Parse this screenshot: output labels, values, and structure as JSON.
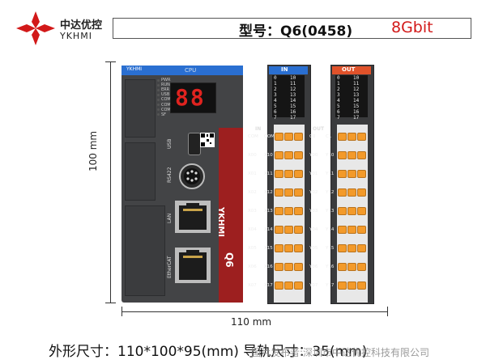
{
  "header": {
    "brand_cn": "中达优控",
    "brand_en": "YKHMI",
    "model": "型号：Q6(0458)",
    "bit": "8Gbit"
  },
  "device": {
    "cpu_header": "YKHMI",
    "cpu_label": "CPU",
    "status_leds": [
      "PWR",
      "RUN",
      "ERR",
      "USB",
      "COM1",
      "COM2",
      "COM3",
      "SF"
    ],
    "display_value": "88",
    "ports": [
      "USB",
      "RS422",
      "LAN",
      "EtherCAT"
    ],
    "strip_brand": "YKHMI",
    "strip_model": "Q6",
    "in_module": {
      "title": "IN",
      "led_left": [
        "0",
        "1",
        "2",
        "3",
        "4",
        "5",
        "6",
        "7"
      ],
      "led_right": [
        "10",
        "11",
        "12",
        "13",
        "14",
        "15",
        "16",
        "17"
      ],
      "header": "IN",
      "labels": [
        "COM",
        "X00",
        "X01",
        "X02",
        "X03",
        "X04",
        "X05",
        "X06",
        "X07"
      ],
      "labels_right": [
        "COM",
        "X10",
        "X11",
        "X12",
        "X13",
        "X14",
        "X15",
        "X16",
        "X17"
      ]
    },
    "out_module": {
      "title": "OUT",
      "led_left": [
        "0",
        "1",
        "2",
        "3",
        "4",
        "5",
        "6",
        "7"
      ],
      "led_right": [
        "10",
        "11",
        "12",
        "13",
        "14",
        "15",
        "16",
        "17"
      ],
      "header": "OUT",
      "labels": [
        "C0",
        "Y00",
        "Y01",
        "Y02",
        "Y03",
        "Y04",
        "Y05",
        "Y06",
        "Y07"
      ],
      "labels_right": [
        "C1",
        "Y10",
        "Y11",
        "Y12",
        "Y13",
        "Y14",
        "Y15",
        "Y16",
        "Y17"
      ]
    }
  },
  "dimensions": {
    "height": "100 mm",
    "width": "110 mm"
  },
  "footer": "外形尺寸：110*100*95(mm)   导轨尺寸：35(mm)",
  "watermark": "图片发布者:深圳市中达优控科技有限公司",
  "colors": {
    "brand_red": "#d21919",
    "strip": "#9d1f1f",
    "cpu_blue": "#2a6fd1",
    "out_orange": "#e0522a",
    "terminal": "#f39a2a"
  }
}
